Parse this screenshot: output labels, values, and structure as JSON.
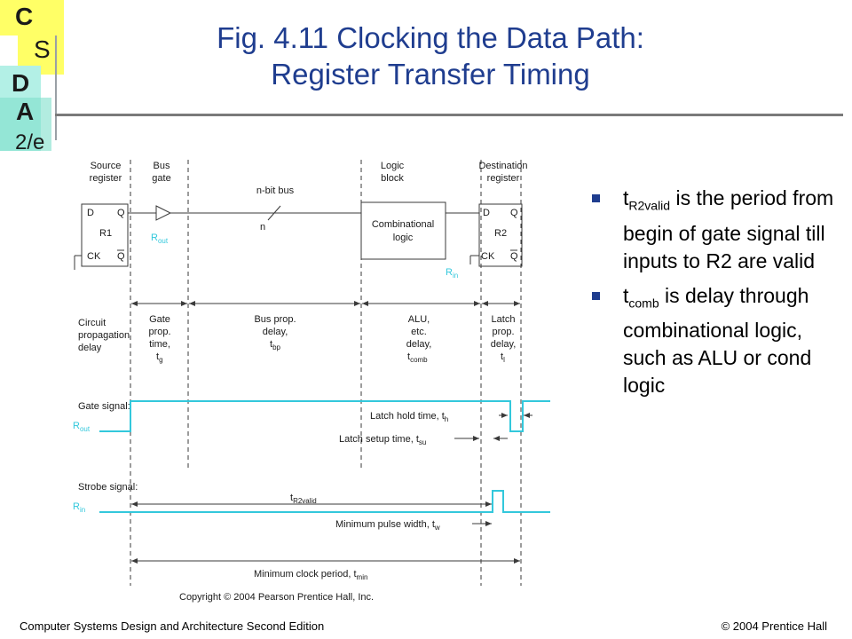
{
  "logo": {
    "letters": [
      "C",
      "S",
      "D",
      "A",
      "2/e"
    ],
    "colors": {
      "tile_top": "#ffff66",
      "tile_mid": "#b3f0e6",
      "tile_low": "#7fe0cc",
      "frame": "#9aa0a6"
    }
  },
  "title": {
    "line1": "Fig. 4.11   Clocking the Data Path:",
    "line2": "Register Transfer Timing",
    "color": "#1f3d8f"
  },
  "diagram": {
    "colors": {
      "signal": "#33c8dc",
      "line": "#3a3a3a"
    },
    "blocks": {
      "source": {
        "title1": "Source",
        "title2": "register",
        "D": "D",
        "Q": "Q",
        "name": "R1",
        "CK": "CK",
        "Qbar": "Q"
      },
      "gate": {
        "title1": "Bus",
        "title2": "gate",
        "signal": "R",
        "signal_sub": "out"
      },
      "bus": {
        "title": "n-bit bus",
        "width": "n"
      },
      "logic": {
        "title1": "Logic",
        "title2": "block",
        "label1": "Combinational",
        "label2": "logic"
      },
      "dest": {
        "title1": "Destination",
        "title2": "register",
        "D": "D",
        "Q": "Q",
        "name": "R2",
        "CK": "CK",
        "Qbar": "Q",
        "signal": "R",
        "signal_sub": "in"
      }
    },
    "delays": {
      "row_label": [
        "Circuit",
        "propagation",
        "delay"
      ],
      "gate": {
        "lines": [
          "Gate",
          "prop.",
          "time,"
        ],
        "sym": "t",
        "sub": "g"
      },
      "bus": {
        "lines": [
          "Bus prop.",
          "delay,"
        ],
        "sym": "t",
        "sub": "bp"
      },
      "alu": {
        "lines": [
          "ALU,",
          "etc.",
          "delay,"
        ],
        "sym": "t",
        "sub": "comb"
      },
      "latch": {
        "lines": [
          "Latch",
          "prop.",
          "delay,"
        ],
        "sym": "t",
        "sub": "l"
      }
    },
    "signals": {
      "gate_label": "Gate signal:",
      "gate_name": "R",
      "gate_sub": "out",
      "hold": "Latch hold time, t",
      "hold_sub": "h",
      "setup": "Latch setup time, t",
      "setup_sub": "su",
      "strobe_label": "Strobe signal:",
      "strobe_name": "R",
      "strobe_sub": "in",
      "valid": "t",
      "valid_sub": "R2valid",
      "pulse": "Minimum pulse width, t",
      "pulse_sub": "w",
      "period": "Minimum clock period, t",
      "period_sub": "min"
    },
    "copyright": "Copyright © 2004 Pearson Prentice Hall, Inc."
  },
  "bullets": [
    {
      "sym": "t",
      "sub": "R2valid",
      "text": " is the period from begin of gate signal till inputs to R2 are valid"
    },
    {
      "sym": "t",
      "sub": "comb",
      "text": " is delay through combinational logic, such as ALU or cond logic"
    }
  ],
  "footer": {
    "left": "Computer Systems Design and Architecture Second Edition",
    "right": "© 2004 Prentice Hall"
  }
}
